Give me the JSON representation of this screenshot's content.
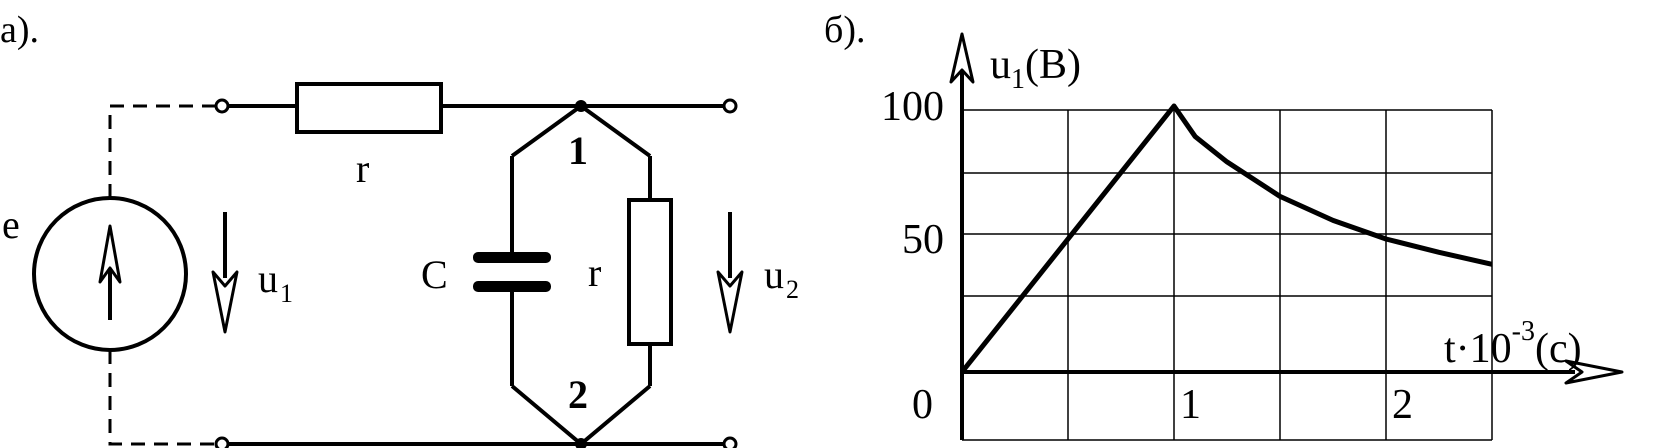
{
  "panel_a": {
    "label": "а).",
    "source_label": "e",
    "r_series_label": "r",
    "r_parallel_label": "r",
    "cap_label": "C",
    "u1_label": "u",
    "u1_sub": "1",
    "u2_label": "u",
    "u2_sub": "2",
    "node1": "1",
    "node2": "2"
  },
  "panel_b": {
    "label": "б).",
    "ylabel_main": "u",
    "ylabel_sub": "1",
    "ylabel_unit": "(B)",
    "xlabel_main": "t·10",
    "xlabel_exp": "-3",
    "xlabel_unit": "(c)",
    "origin_label": "0"
  },
  "chart_data": {
    "type": "line",
    "xlim": [
      0,
      2.5
    ],
    "ylim": [
      0,
      100
    ],
    "grid": true,
    "x_ticks": [
      1,
      2
    ],
    "x_tick_labels": [
      "1",
      "2"
    ],
    "y_ticks": [
      50,
      100
    ],
    "y_tick_labels": [
      "50",
      "100"
    ],
    "series": [
      {
        "x": [
          0,
          1,
          1.1,
          1.25,
          1.5,
          1.75,
          2,
          2.25,
          2.5
        ],
        "y": [
          0,
          100,
          88.5,
          79,
          66,
          57,
          50,
          45,
          40.5
        ]
      }
    ]
  }
}
